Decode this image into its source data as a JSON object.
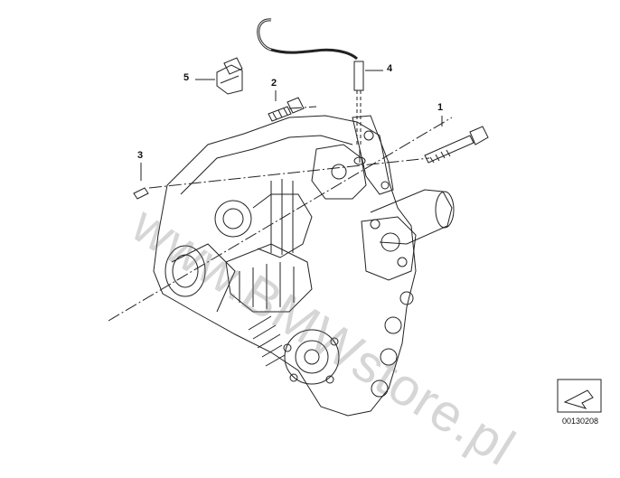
{
  "diagram": {
    "callouts": [
      {
        "id": "1",
        "label": "1"
      },
      {
        "id": "2",
        "label": "2"
      },
      {
        "id": "3",
        "label": "3"
      },
      {
        "id": "4",
        "label": "4"
      },
      {
        "id": "5",
        "label": "5"
      }
    ],
    "watermark": "www.BMWstore.pl",
    "figure_number": "00130208",
    "colors": {
      "line": "#222222",
      "watermark": "#999999"
    }
  }
}
